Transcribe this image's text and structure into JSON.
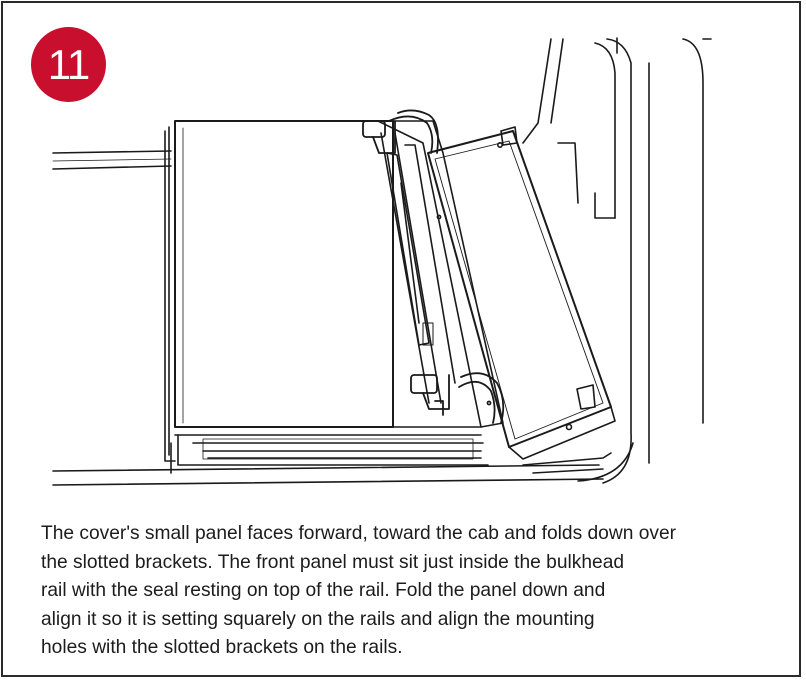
{
  "step": {
    "number": "11",
    "badge_color": "#c8102e"
  },
  "illustration": {
    "subject": "tonneau cover front panel folding down over slotted brackets on truck bed rails",
    "icon": "line-drawing"
  },
  "instructions": {
    "lines": [
      "The cover's small panel faces forward, toward the cab and folds down over",
      "the slotted brackets. The front panel must sit just inside the bulkhead",
      "rail with the seal resting on top of the rail. Fold the panel down and",
      "align it so it is setting squarely on the rails and align the mounting",
      "holes with the slotted brackets on the rails."
    ]
  }
}
